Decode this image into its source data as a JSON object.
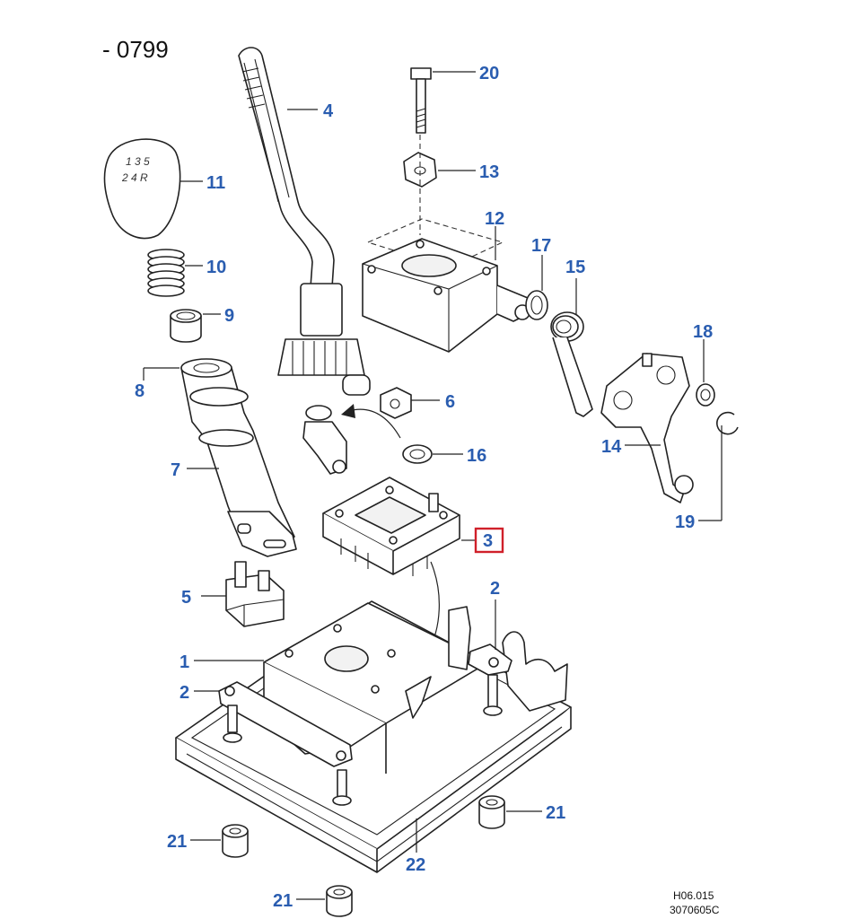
{
  "header": {
    "range": "- 0799"
  },
  "reference": {
    "code1": "H06.015",
    "code2": "3070605C"
  },
  "knob_pattern": {
    "row1": "1 3 5",
    "row2": "2 4 R"
  },
  "highlight": {
    "color": "#d0202a",
    "part": "3"
  },
  "label_color": "#2a5db0",
  "callouts": {
    "p1": "1",
    "p2a": "2",
    "p2b": "2",
    "p3": "3",
    "p4": "4",
    "p5": "5",
    "p6": "6",
    "p7": "7",
    "p8": "8",
    "p9": "9",
    "p10": "10",
    "p11": "11",
    "p12": "12",
    "p13": "13",
    "p14": "14",
    "p15": "15",
    "p16": "16",
    "p17": "17",
    "p18": "18",
    "p19": "19",
    "p20": "20",
    "p21a": "21",
    "p21b": "21",
    "p21c": "21",
    "p22": "22"
  }
}
